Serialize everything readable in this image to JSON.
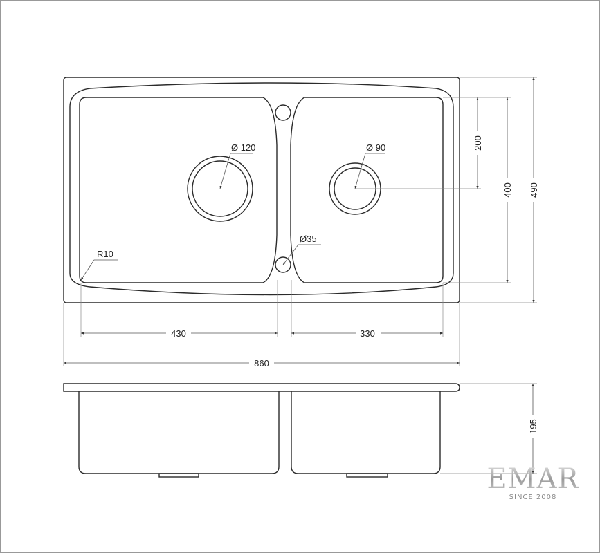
{
  "drawing": {
    "top_view": {
      "dim_drain_left": "Ø 120",
      "dim_drain_right": "Ø 90",
      "dim_tap_hole": "Ø35",
      "dim_corner_radius": "R10",
      "dim_left_bowl_width": "430",
      "dim_right_bowl_width": "330",
      "dim_total_width": "860",
      "dim_drain_offset": "200",
      "dim_bowl_depth": "400",
      "dim_total_depth": "490"
    },
    "side_view": {
      "dim_bowl_height": "195"
    }
  },
  "logo": {
    "brand": "EMAR",
    "tagline": "SINCE 2008"
  }
}
